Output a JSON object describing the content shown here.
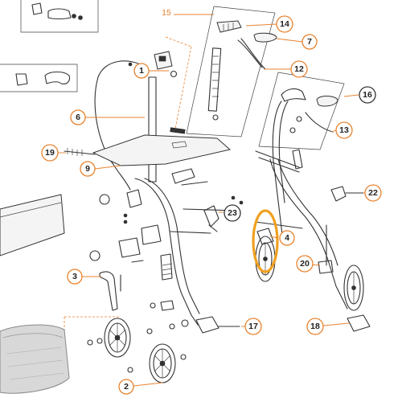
{
  "colors": {
    "accent": "#e8822e",
    "callout_border_orange": "#e8822e",
    "callout_border_dark": "#333333",
    "highlight_ring": "#f0a020",
    "line": "#333333"
  },
  "callouts": [
    {
      "id": "c1",
      "label": "1",
      "style": "orange"
    },
    {
      "id": "c2",
      "label": "2",
      "style": "orange"
    },
    {
      "id": "c3",
      "label": "3",
      "style": "orange"
    },
    {
      "id": "c4",
      "label": "4",
      "style": "orange"
    },
    {
      "id": "c6",
      "label": "6",
      "style": "orange"
    },
    {
      "id": "c7",
      "label": "7",
      "style": "orange"
    },
    {
      "id": "c9",
      "label": "9",
      "style": "orange"
    },
    {
      "id": "c12",
      "label": "12",
      "style": "orange"
    },
    {
      "id": "c13",
      "label": "13",
      "style": "orange"
    },
    {
      "id": "c14",
      "label": "14",
      "style": "orange"
    },
    {
      "id": "c15",
      "label": "15",
      "style": "plain"
    },
    {
      "id": "c16",
      "label": "16",
      "style": "dark"
    },
    {
      "id": "c17",
      "label": "17",
      "style": "orange"
    },
    {
      "id": "c18",
      "label": "18",
      "style": "orange"
    },
    {
      "id": "c19",
      "label": "19",
      "style": "orange"
    },
    {
      "id": "c20",
      "label": "20",
      "style": "orange"
    },
    {
      "id": "c22",
      "label": "22",
      "style": "orange"
    },
    {
      "id": "c23",
      "label": "23",
      "style": "dark"
    }
  ],
  "highlight": {
    "label": "wheel fork highlight"
  }
}
